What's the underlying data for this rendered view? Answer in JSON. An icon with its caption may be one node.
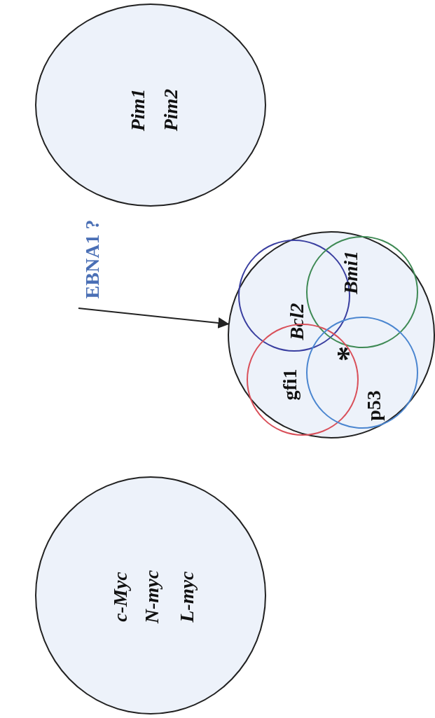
{
  "diagram": {
    "nodes": [
      {
        "text": [
          "EBNA1 ?"
        ]
      },
      {
        "text": [
          "Pim1",
          "Pim2"
        ]
      },
      {
        "text": [],
        "shape": "circle"
      },
      {
        "text": [
          "Bcl2"
        ],
        "in": 2
      },
      {
        "text": [
          "Bmi1"
        ],
        "in": 2
      },
      {
        "text": [
          "gfi1"
        ],
        "in": 2
      },
      {
        "text": [
          "p53"
        ],
        "in": 2
      },
      {
        "text": [
          "c-Myc",
          "N-myc",
          "L-myc"
        ]
      }
    ],
    "edges": [
      {
        "from": 0,
        "to": 2,
        "arrow": "to"
      }
    ],
    "labels": [
      "*"
    ]
  }
}
